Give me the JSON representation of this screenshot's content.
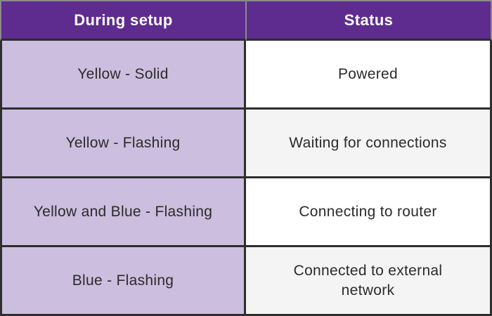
{
  "table": {
    "headers": [
      "During setup",
      "Status"
    ],
    "rows": [
      {
        "setup": "Yellow - Solid",
        "status": "Powered"
      },
      {
        "setup": "Yellow - Flashing",
        "status": "Waiting for connections"
      },
      {
        "setup": "Yellow and Blue - Flashing",
        "status": "Connecting to router"
      },
      {
        "setup": "Blue - Flashing",
        "status": "Connected to external network"
      }
    ]
  },
  "colors": {
    "header_bg": "#5e2c8f",
    "header_text": "#ffffff",
    "header_border": "#8a8a8a",
    "left_col_bg": "#cbbede",
    "right_col_bg_odd": "#ffffff",
    "right_col_bg_even": "#f4f4f4",
    "body_border": "#2e2e2e",
    "body_text": "#2b2b2b"
  }
}
